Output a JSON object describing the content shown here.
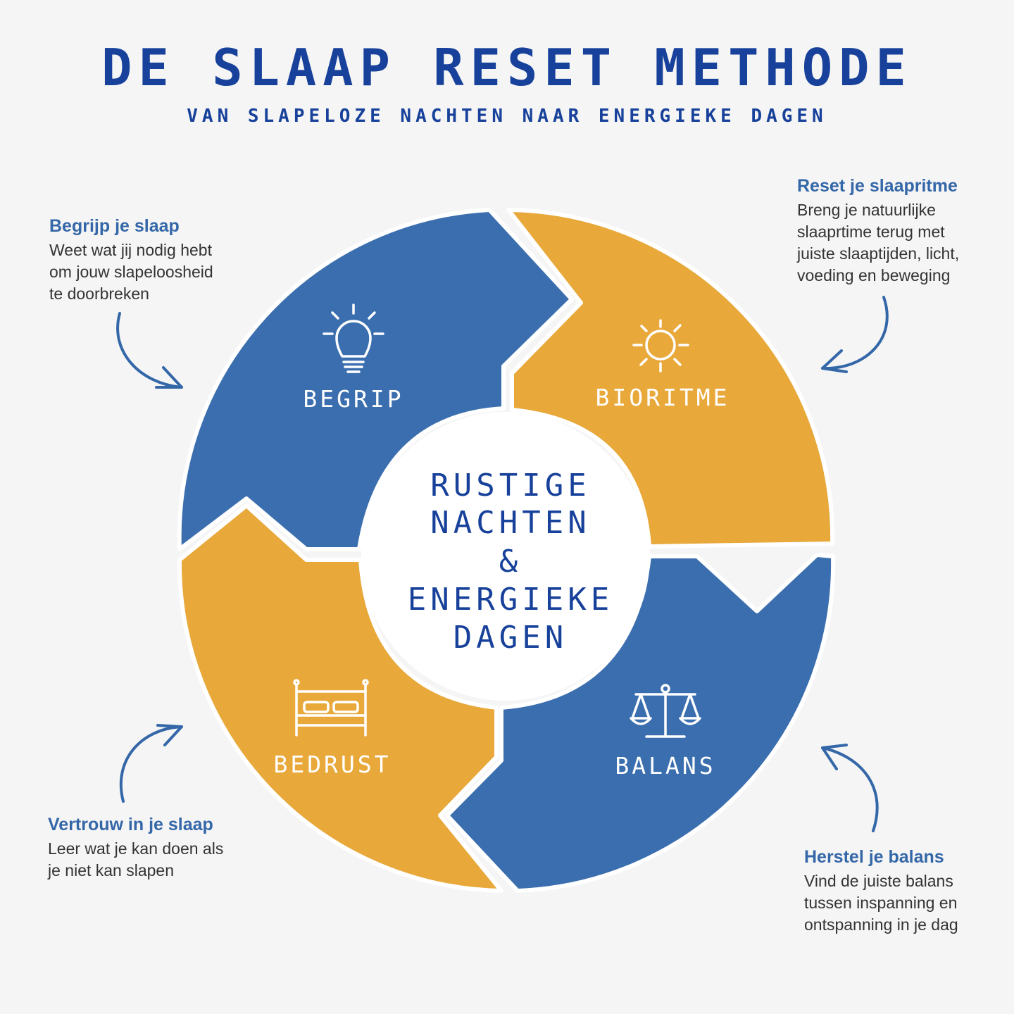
{
  "title": "DE SLAAP RESET METHODE",
  "subtitle": "VAN SLAPELOZE NACHTEN NAAR ENERGIEKE DAGEN",
  "colors": {
    "blue": "#3a6eae",
    "orange": "#e8a83a",
    "title": "#17419a",
    "note_heading": "#3467a8"
  },
  "segments": [
    {
      "label": "BEGRIP",
      "icon": "lightbulb-icon",
      "color": "blue"
    },
    {
      "label": "BIORITME",
      "icon": "sun-icon",
      "color": "orange"
    },
    {
      "label": "BALANS",
      "icon": "scales-icon",
      "color": "blue"
    },
    {
      "label": "BEDRUST",
      "icon": "bed-icon",
      "color": "orange"
    }
  ],
  "center": {
    "lines": [
      "RUSTIGE",
      "NACHTEN",
      "&",
      "ENERGIEKE",
      "DAGEN"
    ]
  },
  "notes": {
    "begrip": {
      "title": "Begrijp je slaap",
      "lines": [
        "Weet wat jij nodig hebt",
        "om jouw slapeloosheid",
        "te doorbreken"
      ]
    },
    "bioritme": {
      "title": "Reset je slaapritme",
      "lines": [
        "Breng je natuurlijke",
        "slaaprtime terug met",
        "juiste slaaptijden, licht,",
        "voeding en beweging"
      ]
    },
    "bedrust": {
      "title": "Vertrouw in je slaap",
      "lines": [
        "Leer wat je kan doen als",
        "je niet kan slapen"
      ]
    },
    "balans": {
      "title": "Herstel je balans",
      "lines": [
        "Vind de juiste balans",
        "tussen inspanning en",
        "ontspanning in je dag"
      ]
    }
  }
}
